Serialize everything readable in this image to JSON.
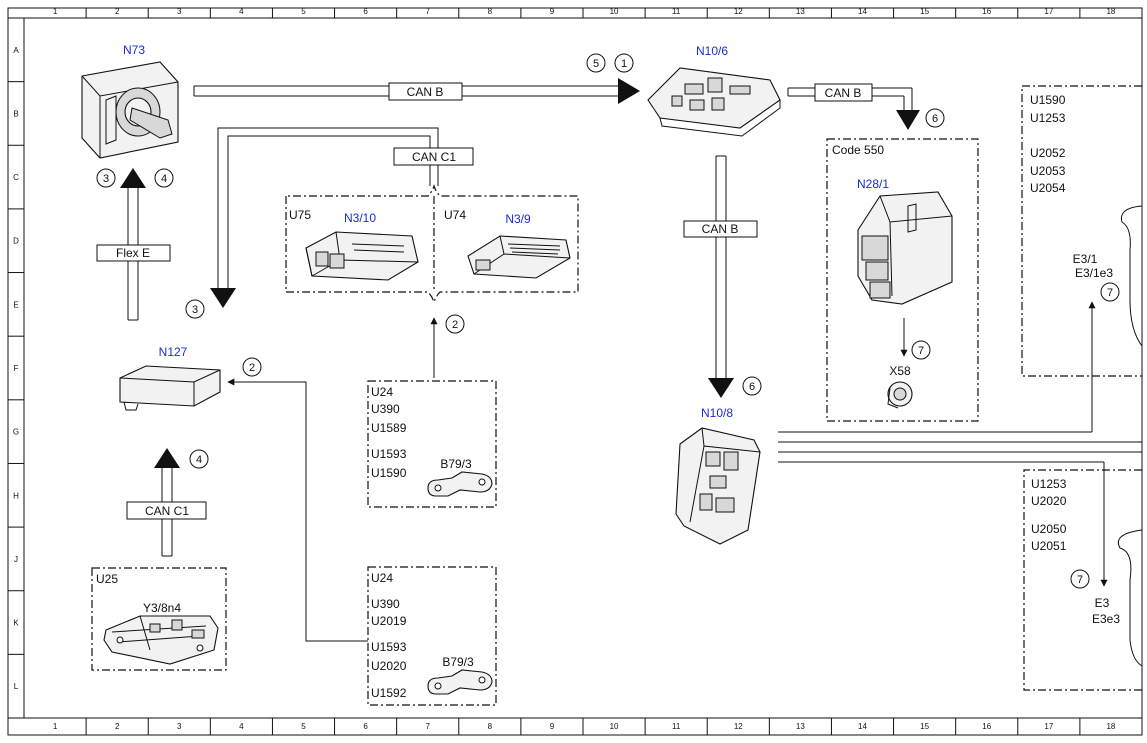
{
  "grid": {
    "columns": [
      "1",
      "2",
      "3",
      "4",
      "5",
      "6",
      "7",
      "8",
      "9",
      "10",
      "11",
      "12",
      "13",
      "14",
      "15",
      "16",
      "17",
      "18"
    ],
    "rows": [
      "A",
      "B",
      "C",
      "D",
      "E",
      "F",
      "G",
      "H",
      "J",
      "K",
      "L"
    ]
  },
  "components": {
    "n73": "N73",
    "n10_6": "N10/6",
    "n10_8": "N10/8",
    "n127": "N127",
    "n3_10": "N3/10",
    "n3_9": "N3/9",
    "n28_1": "N28/1",
    "y3_8n4": "Y3/8n4",
    "b79_3_upper": "B79/3",
    "b79_3_lower": "B79/3",
    "x58": "X58"
  },
  "buses": {
    "can_b_top": "CAN B",
    "can_b_right": "CAN B",
    "can_b_vertical": "CAN B",
    "can_c1_top": "CAN C1",
    "can_c1_left": "CAN C1",
    "flex_e": "Flex E"
  },
  "groups": {
    "u75": "U75",
    "u74": "U74",
    "u25": "U25",
    "code550": "Code 550"
  },
  "codes": {
    "box_upper_mid": [
      "U24",
      "U390",
      "U1589",
      "U1593",
      "U1590"
    ],
    "box_lower_mid": [
      "U24",
      "U390",
      "U2019",
      "U1593",
      "U2020",
      "U1592"
    ],
    "box_right_upper": [
      "U1590",
      "U1253",
      "U2052",
      "U2053",
      "U2054"
    ],
    "box_right_lower": [
      "U1253",
      "U2020",
      "U2050",
      "U2051"
    ]
  },
  "right_labels": {
    "e3_1": "E3/1",
    "e3_1e3": "E3/1e3",
    "e3": "E3",
    "e3e3": "E3e3"
  },
  "callouts": {
    "c5": "5",
    "c1": "1",
    "c6a": "6",
    "c3a": "3",
    "c4a": "4",
    "c2a": "2",
    "c3b": "3",
    "c2b": "2",
    "c6b": "6",
    "c7a": "7",
    "c7b": "7",
    "c4b": "4",
    "c7c": "7"
  }
}
